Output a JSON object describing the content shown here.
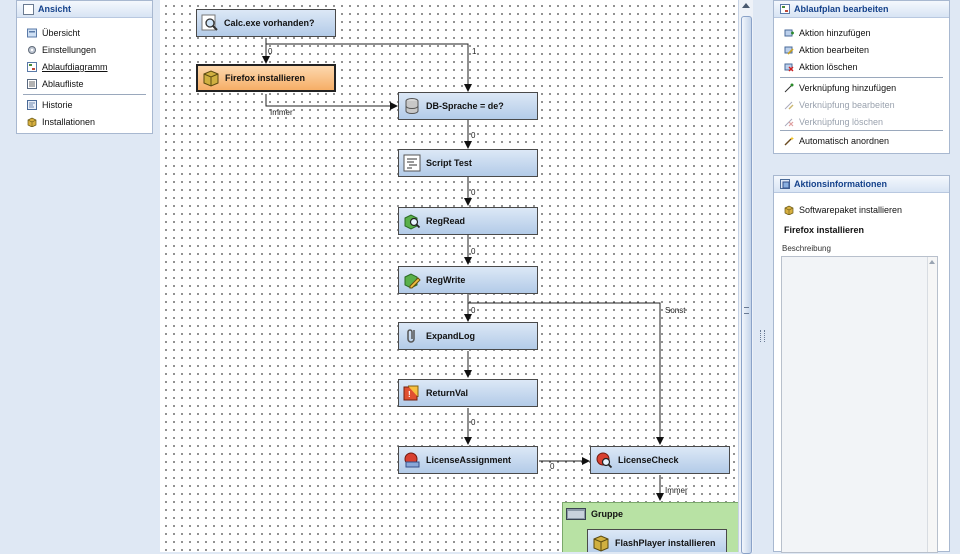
{
  "left_panel": {
    "title": "Ansicht",
    "items": [
      {
        "label": "Übersicht",
        "icon": "overview-icon"
      },
      {
        "label": "Einstellungen",
        "icon": "settings-icon"
      },
      {
        "label": "Ablaufdiagramm",
        "icon": "flowchart-icon",
        "active": true
      },
      {
        "label": "Ablaufliste",
        "icon": "list-icon"
      },
      {
        "label": "Historie",
        "icon": "history-icon"
      },
      {
        "label": "Installationen",
        "icon": "package-icon"
      }
    ]
  },
  "flow": {
    "nodes": [
      {
        "label": "Calc.exe vorhanden?",
        "icon": "magnifier-icon"
      },
      {
        "label": "Firefox installieren",
        "icon": "package-icon",
        "selected": true
      },
      {
        "label": "DB-Sprache = de?",
        "icon": "database-icon"
      },
      {
        "label": "Script Test",
        "icon": "script-icon"
      },
      {
        "label": "RegRead",
        "icon": "registry-read-icon"
      },
      {
        "label": "RegWrite",
        "icon": "registry-write-icon"
      },
      {
        "label": "ExpandLog",
        "icon": "paperclip-icon"
      },
      {
        "label": "ReturnVal",
        "icon": "return-value-icon"
      },
      {
        "label": "LicenseAssignment",
        "icon": "license-icon"
      },
      {
        "label": "LicenseCheck",
        "icon": "license-check-icon"
      }
    ],
    "edge_labels": {
      "calc_to_firefox": "0",
      "calc_to_db": "1",
      "firefox_to_db": "Immer",
      "db_to_script": "0",
      "script_to_regread": "0",
      "regread_to_regwrite": "0",
      "regwrite_to_expandlog": "0",
      "regwrite_to_licensecheck": "Sonst",
      "returnval_to_license": "0",
      "license_to_check": "0",
      "check_to_group": "Immer"
    },
    "group": {
      "title": "Gruppe",
      "node_label": "FlashPlayer installieren"
    }
  },
  "right_panel_top": {
    "title": "Ablaufplan bearbeiten",
    "items": [
      {
        "label": "Aktion hinzufügen",
        "enabled": true
      },
      {
        "label": "Aktion bearbeiten",
        "enabled": true
      },
      {
        "label": "Aktion löschen",
        "enabled": true
      },
      {
        "label": "Verknüpfung hinzufügen",
        "enabled": true
      },
      {
        "label": "Verknüpfung bearbeiten",
        "enabled": false
      },
      {
        "label": "Verknüpfung löschen",
        "enabled": false
      },
      {
        "label": "Automatisch anordnen",
        "enabled": true
      }
    ]
  },
  "right_panel_info": {
    "title": "Aktionsinformationen",
    "action_type": "Softwarepaket installieren",
    "action_name": "Firefox installieren",
    "description_label": "Beschreibung",
    "description_text": ""
  },
  "colors": {
    "accent": "#15428b",
    "selected_node": "#f6ae66",
    "node": "#b3cbe8",
    "group": "#b8e2a4"
  }
}
